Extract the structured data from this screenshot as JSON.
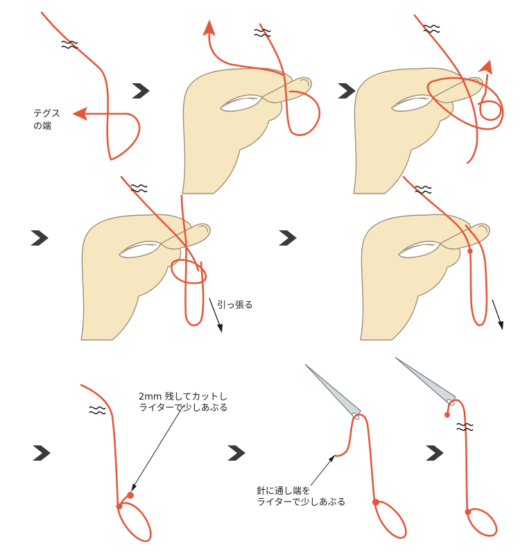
{
  "colors": {
    "cord": "#E4573A",
    "skin": "#F7E7C1",
    "skin_outline": "#9C8F79",
    "arrow": "#3A3A3A",
    "needle_fill": "#D3D9DC",
    "needle_outline": "#6F7A80",
    "text": "#1A1A1A"
  },
  "labels": {
    "line_end_1": "テグス",
    "line_end_2": "の端",
    "pull": "引っ張る",
    "cut_1": "2mm 残してカットし",
    "cut_2": "ライターで少しあぶる",
    "needle_1": "針に通し端を",
    "needle_2": "ライターで少しあぶる"
  },
  "icons": [
    "step-arrow-icon",
    "break-mark-icon",
    "needle-icon",
    "hand-icon"
  ]
}
